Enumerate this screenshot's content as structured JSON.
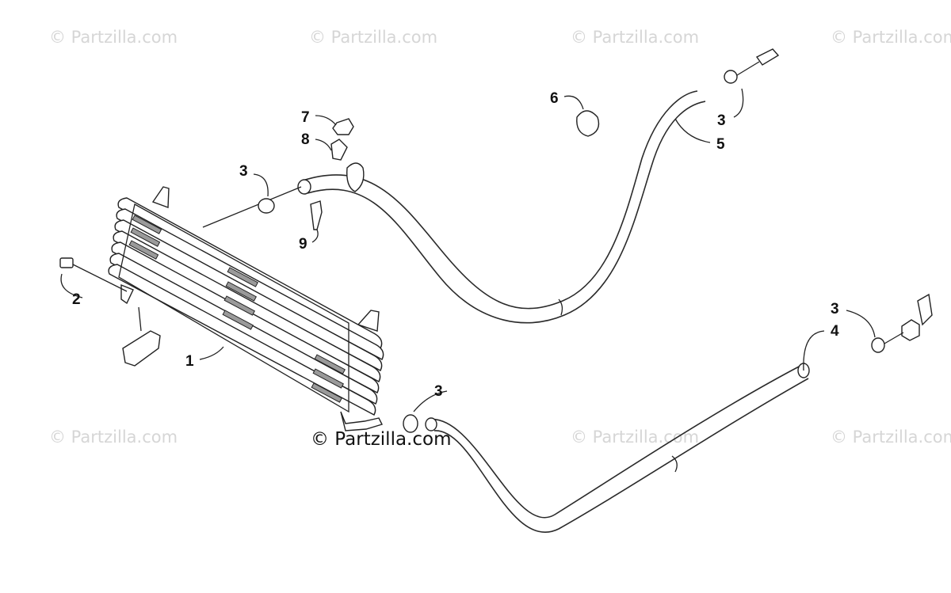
{
  "watermarks": {
    "top_row": [
      "© Partzilla.com",
      "© Partzilla.com",
      "© Partzilla.com",
      "© Partzilla.com"
    ],
    "bottom_row": [
      "© Partzilla.com",
      "© Partzilla.com",
      "© Partzilla.com"
    ],
    "main": "© Partzilla.com"
  },
  "callouts": {
    "part_1": "1",
    "part_2": "2",
    "part_3_clamp_upper_left": "3",
    "part_3_clamp_upper_right": "3",
    "part_3_clamp_lower_mid": "3",
    "part_3_clamp_lower_right": "3",
    "part_4": "4",
    "part_5": "5",
    "part_6": "6",
    "part_7": "7",
    "part_8": "8",
    "part_9": "9"
  }
}
